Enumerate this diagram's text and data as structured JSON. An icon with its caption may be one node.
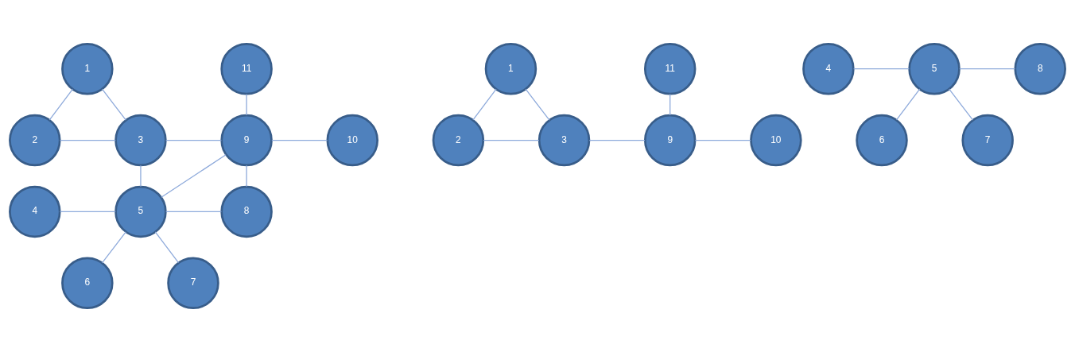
{
  "diagram": {
    "nodes": [
      {
        "text": [
          "1"
        ]
      },
      {
        "text": [
          "2"
        ]
      },
      {
        "text": [
          "3"
        ]
      },
      {
        "text": [
          "4"
        ]
      },
      {
        "text": [
          "5"
        ]
      },
      {
        "text": [
          "6"
        ]
      },
      {
        "text": [
          "7"
        ]
      },
      {
        "text": [
          "8"
        ]
      },
      {
        "text": [
          "9"
        ]
      },
      {
        "text": [
          "10"
        ]
      },
      {
        "text": [
          "11"
        ]
      },
      {
        "text": [
          "1"
        ]
      },
      {
        "text": [
          "2"
        ]
      },
      {
        "text": [
          "3"
        ]
      },
      {
        "text": [
          "4"
        ]
      },
      {
        "text": [
          "5"
        ]
      },
      {
        "text": [
          "6"
        ]
      },
      {
        "text": [
          "7"
        ]
      },
      {
        "text": [
          "8"
        ]
      },
      {
        "text": [
          "9"
        ]
      },
      {
        "text": [
          "10"
        ]
      },
      {
        "text": [
          "11"
        ]
      }
    ],
    "edges": [
      {
        "from": 0,
        "to": 1,
        "arrow": "none"
      },
      {
        "from": 0,
        "to": 2,
        "arrow": "none"
      },
      {
        "from": 1,
        "to": 2,
        "arrow": "none"
      },
      {
        "from": 2,
        "to": 8,
        "arrow": "none"
      },
      {
        "from": 2,
        "to": 4,
        "arrow": "none"
      },
      {
        "from": 10,
        "to": 8,
        "arrow": "none"
      },
      {
        "from": 8,
        "to": 9,
        "arrow": "none"
      },
      {
        "from": 8,
        "to": 4,
        "arrow": "none"
      },
      {
        "from": 8,
        "to": 7,
        "arrow": "none"
      },
      {
        "from": 3,
        "to": 4,
        "arrow": "none"
      },
      {
        "from": 4,
        "to": 7,
        "arrow": "none"
      },
      {
        "from": 4,
        "to": 5,
        "arrow": "none"
      },
      {
        "from": 4,
        "to": 6,
        "arrow": "none"
      },
      {
        "from": 11,
        "to": 12,
        "arrow": "none"
      },
      {
        "from": 11,
        "to": 13,
        "arrow": "none"
      },
      {
        "from": 12,
        "to": 13,
        "arrow": "none"
      },
      {
        "from": 13,
        "to": 19,
        "arrow": "none"
      },
      {
        "from": 21,
        "to": 19,
        "arrow": "none"
      },
      {
        "from": 19,
        "to": 20,
        "arrow": "none"
      },
      {
        "from": 14,
        "to": 15,
        "arrow": "none"
      },
      {
        "from": 15,
        "to": 18,
        "arrow": "none"
      },
      {
        "from": 15,
        "to": 16,
        "arrow": "none"
      },
      {
        "from": 15,
        "to": 17,
        "arrow": "none"
      }
    ]
  }
}
